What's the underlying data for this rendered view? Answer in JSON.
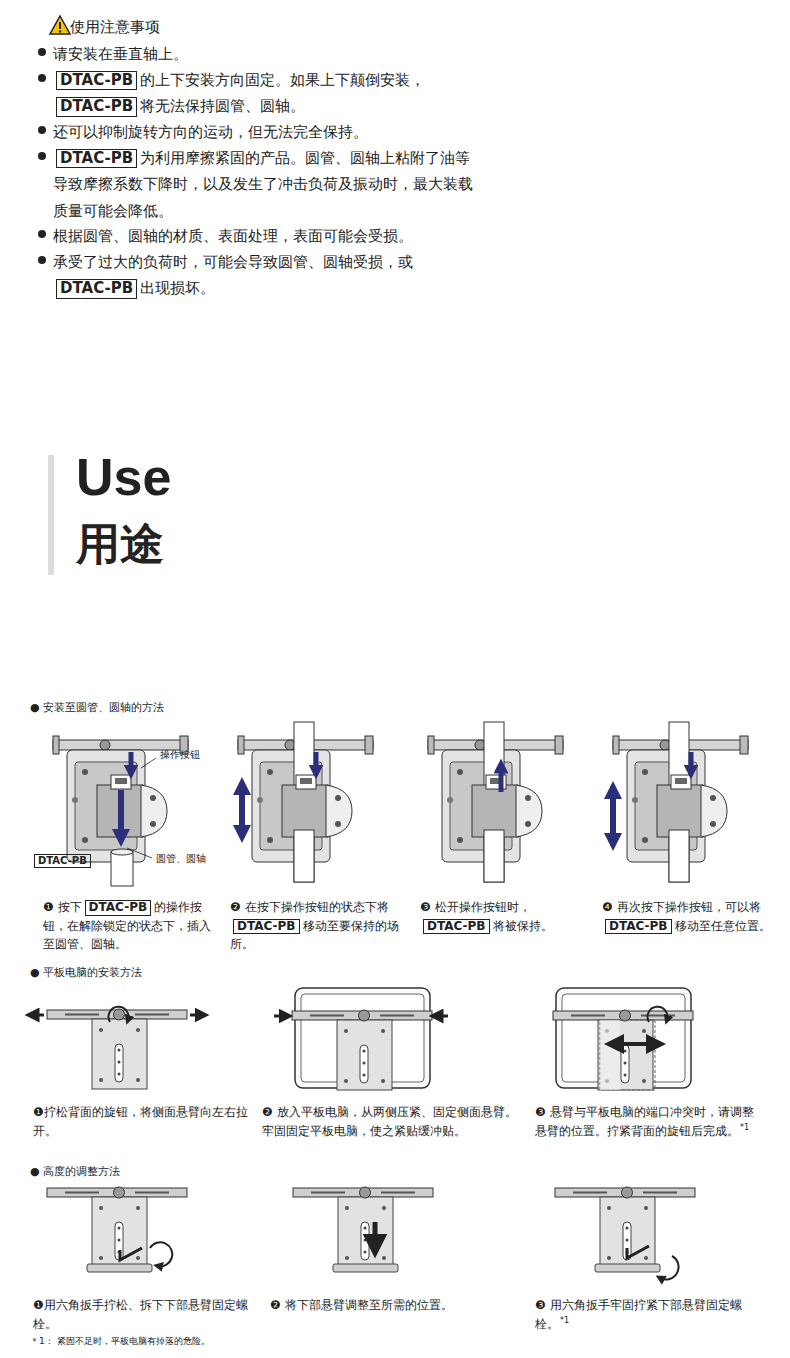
{
  "diagram": {
    "labels": [
      "使用注意事项",
      "请安装在垂直轴上。",
      "DTAC-PB的上下安装方向固定。如果上下颠倒安装，DTAC-PB将无法保持圆管、圆轴。",
      "还可以抑制旋转方向的运动，但无法完全保持。",
      "DTAC-PB为利用摩擦紧固的产品。圆管、圆轴上粘附了油等导致摩擦系数下降时，以及发生了冲击负荷及振动时，最大装载质量可能会降低。",
      "根据圆管、圆轴的材质、表面处理，表面可能会受损。",
      "承受了过大的负荷时，可能会导致圆管、圆轴受损，或DTAC-PB出现损坏。",
      "Use",
      "用途",
      "● 安装至圆管、圆轴的方法",
      "操作按钮",
      "DTAC-PB",
      "圆管、圆轴",
      "❶ 按下DTAC-PB的操作按钮，在解除锁定的状态下，插入至圆管、圆轴。",
      "❷ 在按下操作按钮的状态下将DTAC-PB移动至要保持的场所。",
      "❸ 松开操作按钮时，DTAC-PB将被保持。",
      "❹ 再次按下操作按钮，可以将DTAC-PB移动至任意位置。",
      "● 平板电脑的安装方法",
      "❶拧松背面的旋钮，将侧面悬臂向左右拉开。",
      "❷ 放入平板电脑，从两侧压紧、固定侧面悬臂。牢固固定平板电脑，使之紧贴缓冲贴。",
      "❸ 悬臂与平板电脑的端口冲突时，请调整悬臂的位置。拧紧背面的旋钮后完成。",
      "*1",
      "● 高度的调整方法",
      "❶用六角扳手拧松、拆下下部悬臂固定螺栓。",
      "❷ 将下部悬臂调整至所需的位置。",
      "❸ 用六角扳手牢固拧紧下部悬臂固定螺栓。",
      "*1",
      "＊1： 紧固不足时，平板电脑有掉落的危险。"
    ]
  }
}
